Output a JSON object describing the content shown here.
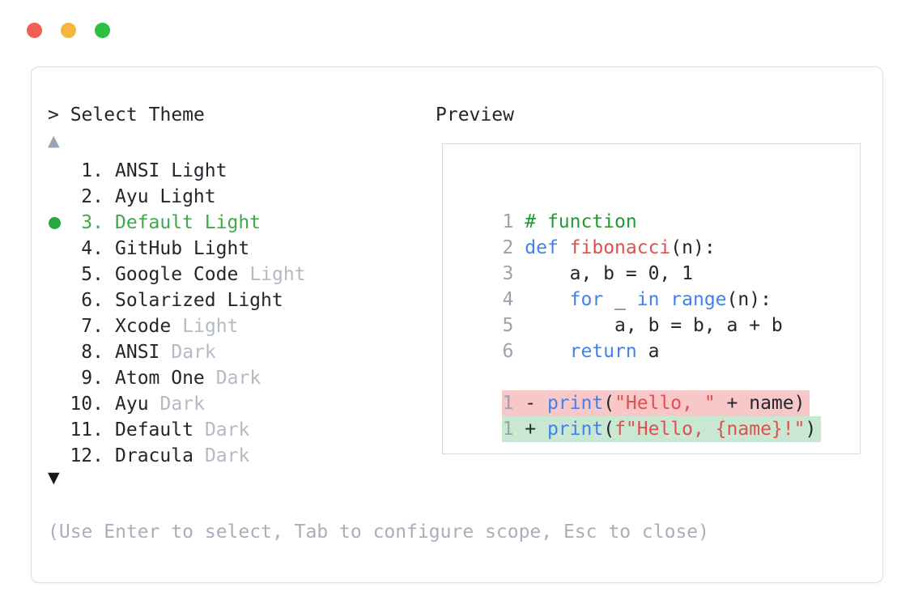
{
  "window": {
    "traffic_lights": [
      {
        "name": "close",
        "color": "#f25d54"
      },
      {
        "name": "minimize",
        "color": "#f4b63e"
      },
      {
        "name": "zoom",
        "color": "#2bc140"
      }
    ]
  },
  "theme_picker": {
    "prompt": "> Select Theme",
    "scroll_up_icon": "▲",
    "scroll_down_icon": "▼",
    "items": [
      {
        "number": "1.",
        "name": "ANSI Light",
        "muted_suffix": "",
        "selected": false
      },
      {
        "number": "2.",
        "name": "Ayu Light",
        "muted_suffix": "",
        "selected": false
      },
      {
        "number": "3.",
        "name": "Default Light",
        "muted_suffix": "",
        "selected": true
      },
      {
        "number": "4.",
        "name": "GitHub Light",
        "muted_suffix": "",
        "selected": false
      },
      {
        "number": "5.",
        "name": "Google Code",
        "muted_suffix": "Light",
        "selected": false
      },
      {
        "number": "6.",
        "name": "Solarized Light",
        "muted_suffix": "",
        "selected": false
      },
      {
        "number": "7.",
        "name": "Xcode",
        "muted_suffix": "Light",
        "selected": false
      },
      {
        "number": "8.",
        "name": "ANSI",
        "muted_suffix": "Dark",
        "selected": false
      },
      {
        "number": "9.",
        "name": "Atom One",
        "muted_suffix": "Dark",
        "selected": false
      },
      {
        "number": "10.",
        "name": "Ayu",
        "muted_suffix": "Dark",
        "selected": false
      },
      {
        "number": "11.",
        "name": "Default",
        "muted_suffix": "Dark",
        "selected": false
      },
      {
        "number": "12.",
        "name": "Dracula",
        "muted_suffix": "Dark",
        "selected": false
      }
    ],
    "footer_hint": "(Use Enter to select, Tab to configure scope, Esc to close)"
  },
  "preview": {
    "label": "Preview",
    "code_lines": [
      {
        "number": "1",
        "diff": "",
        "tokens": [
          {
            "text": "# function",
            "style": "comment"
          }
        ]
      },
      {
        "number": "2",
        "diff": "",
        "tokens": [
          {
            "text": "def",
            "style": "keyword"
          },
          {
            "text": " ",
            "style": "plain"
          },
          {
            "text": "fibonacci",
            "style": "function"
          },
          {
            "text": "(n):",
            "style": "plain"
          }
        ]
      },
      {
        "number": "3",
        "diff": "",
        "tokens": [
          {
            "text": "    a, b = 0, 1",
            "style": "plain"
          }
        ]
      },
      {
        "number": "4",
        "diff": "",
        "tokens": [
          {
            "text": "    ",
            "style": "plain"
          },
          {
            "text": "for",
            "style": "keyword"
          },
          {
            "text": " _ ",
            "style": "plain"
          },
          {
            "text": "in",
            "style": "keyword"
          },
          {
            "text": " ",
            "style": "plain"
          },
          {
            "text": "range",
            "style": "keyword"
          },
          {
            "text": "(n):",
            "style": "plain"
          }
        ]
      },
      {
        "number": "5",
        "diff": "",
        "tokens": [
          {
            "text": "        a, b = b, a + b",
            "style": "plain"
          }
        ]
      },
      {
        "number": "6",
        "diff": "",
        "tokens": [
          {
            "text": "    ",
            "style": "plain"
          },
          {
            "text": "return",
            "style": "keyword"
          },
          {
            "text": " a",
            "style": "plain"
          }
        ]
      },
      {
        "number": "",
        "diff": "",
        "tokens": []
      },
      {
        "number": "1",
        "diff": "del",
        "tokens": [
          {
            "text": "- ",
            "style": "plain"
          },
          {
            "text": "print",
            "style": "keyword"
          },
          {
            "text": "(",
            "style": "plain"
          },
          {
            "text": "\"Hello, \"",
            "style": "string"
          },
          {
            "text": " + name)",
            "style": "plain"
          }
        ]
      },
      {
        "number": "1",
        "diff": "add",
        "tokens": [
          {
            "text": "+ ",
            "style": "plain"
          },
          {
            "text": "print",
            "style": "keyword"
          },
          {
            "text": "(",
            "style": "plain"
          },
          {
            "text": "f\"Hello, {name}!\"",
            "style": "string"
          },
          {
            "text": ")",
            "style": "plain"
          }
        ]
      }
    ]
  },
  "colors": {
    "accent_green": "#3fa84c",
    "bullet_green": "#27a73d",
    "muted_gray": "#b3bac6",
    "footer_gray": "#a7afbd",
    "line_number_gray": "#9aa2b0",
    "text_dark": "#22262d",
    "keyword_blue": "#4181ee",
    "string_red": "#dd5150",
    "comment_green": "#1f9c2f",
    "diff_del_bg": "#f8c7c7",
    "diff_add_bg": "#c9e8d2",
    "traffic_red": "#f25d54",
    "traffic_yellow": "#f4b63e",
    "traffic_green": "#2bc140",
    "panel_border": "#d9dde5"
  }
}
